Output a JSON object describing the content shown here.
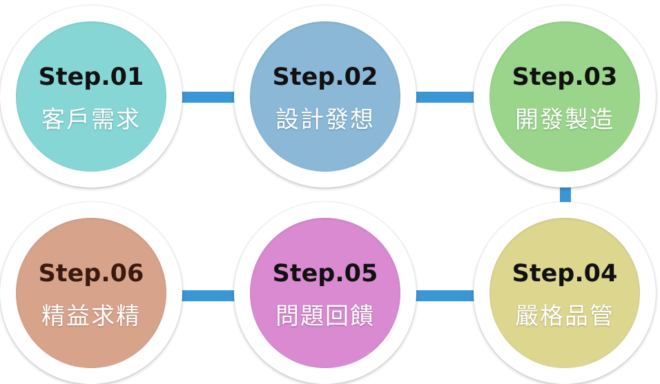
{
  "colors": {
    "connector": "#3a97d6",
    "step1": "#87d6d6",
    "step2": "#8ab8d6",
    "step3": "#9bd58b",
    "step4": "#dcd68f",
    "step5": "#d98ad0",
    "step6": "#d8a38b"
  },
  "steps": [
    {
      "num": "Step.01",
      "label": "客戶需求"
    },
    {
      "num": "Step.02",
      "label": "設計發想"
    },
    {
      "num": "Step.03",
      "label": "開發製造"
    },
    {
      "num": "Step.04",
      "label": "嚴格品管"
    },
    {
      "num": "Step.05",
      "label": "問題回饋"
    },
    {
      "num": "Step.06",
      "label": "精益求精"
    }
  ]
}
